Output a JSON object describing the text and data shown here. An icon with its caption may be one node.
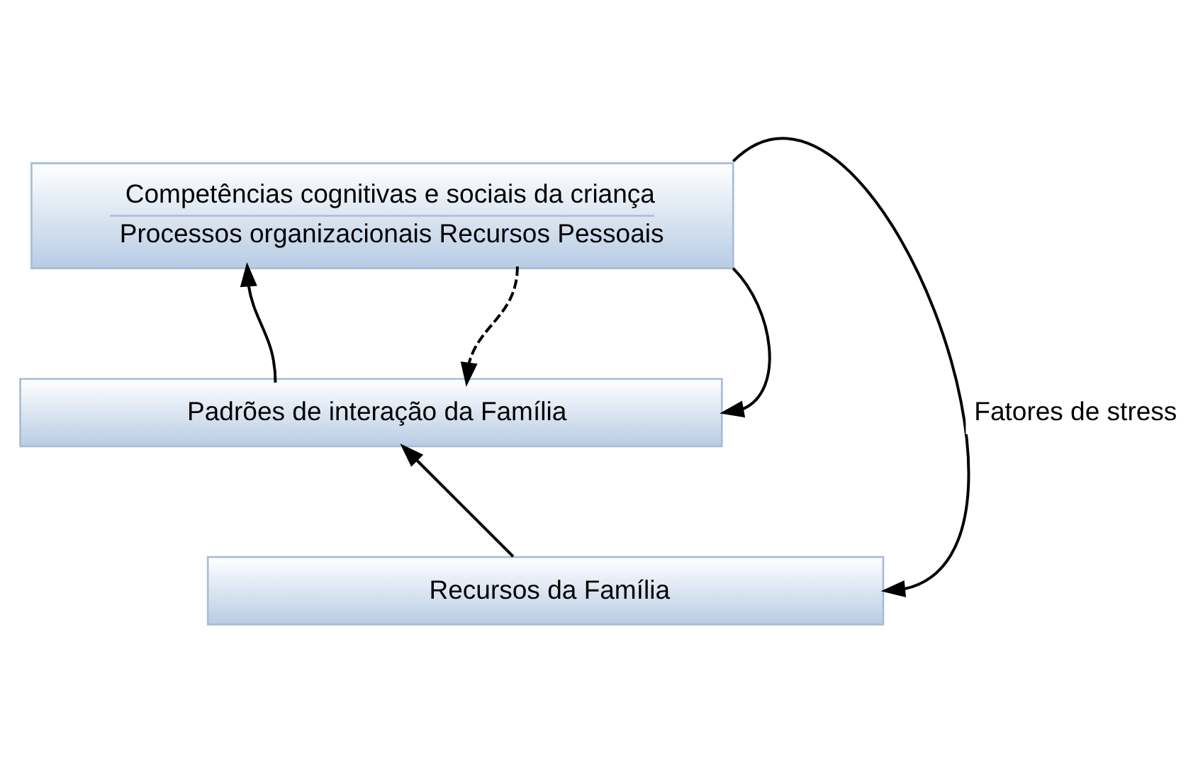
{
  "diagram": {
    "nodes": [
      {
        "text": [
          "Competências cognitivas e sociais da criança",
          "Processos organizacionais Recursos Pessoais"
        ]
      },
      {
        "text": [
          "Padrões de interação da Família"
        ]
      },
      {
        "text": [
          "Recursos da Família"
        ]
      }
    ],
    "edges": [
      {
        "from": 1,
        "to": 0,
        "arrow": "to"
      },
      {
        "from": 0,
        "to": 1,
        "arrow": "to",
        "style": "dashed"
      },
      {
        "from": 2,
        "to": 1,
        "arrow": "to"
      },
      {
        "from": 0,
        "to": 1,
        "arrow": "to"
      },
      {
        "from": 0,
        "to": 2,
        "arrow": "to",
        "label": "Fatores de stress"
      }
    ]
  }
}
